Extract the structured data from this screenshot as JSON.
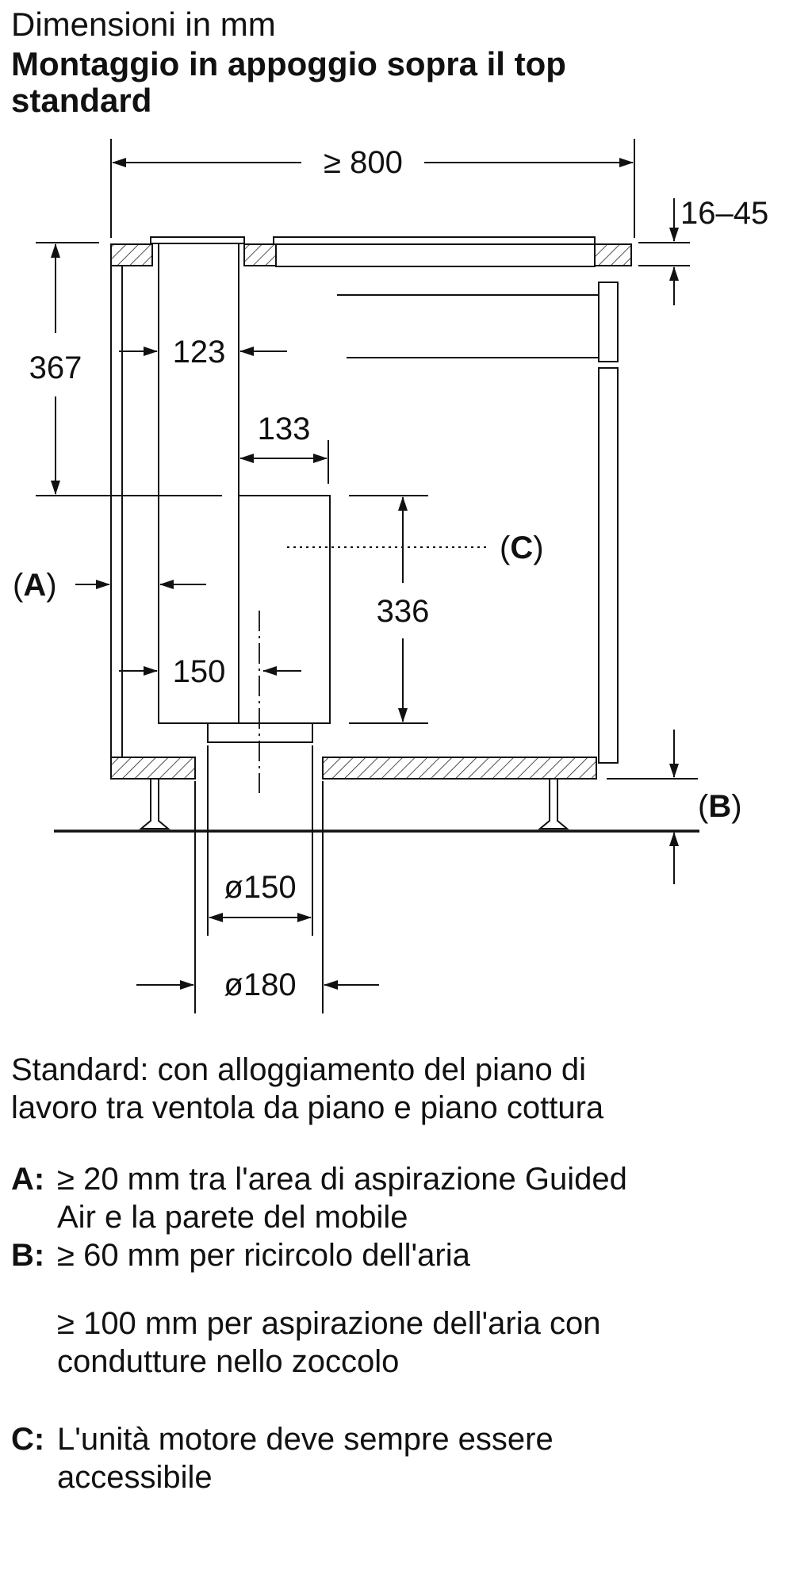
{
  "header": {
    "line1": "Dimensioni in mm",
    "line2": "Montaggio in appoggio sopra il top",
    "line3": "standard"
  },
  "dimensions": {
    "width_min": "≥ 800",
    "worktop_thickness": "16–45",
    "height_top": "367",
    "duct_width": "123",
    "motor_width": "133",
    "motor_height": "336",
    "lower_width": "150",
    "outlet_diameter_inner": "ø150",
    "outlet_diameter_outer": "ø180"
  },
  "labels": {
    "a": {
      "open": "(",
      "letter": "A",
      "close": ")"
    },
    "b": {
      "open": "(",
      "letter": "B",
      "close": ")"
    },
    "c": {
      "open": "(",
      "letter": "C",
      "close": ")"
    }
  },
  "body": {
    "line1": "Standard: con alloggiamento del piano di",
    "line2": "lavoro tra ventola da piano e piano cottura"
  },
  "notes": {
    "a": {
      "key": "A:",
      "line1": "≥ 20 mm tra l'area di aspirazione Guided",
      "line2": "Air e la parete del mobile"
    },
    "b": {
      "key": "B:",
      "line1": "≥ 60 mm per ricircolo dell'aria"
    },
    "b2": {
      "line1": "≥ 100 mm per aspirazione dell'aria con",
      "line2": "condutture nello zoccolo"
    },
    "c": {
      "key": "C:",
      "line1": "L'unità motore deve sempre essere",
      "line2": "accessibile"
    }
  }
}
